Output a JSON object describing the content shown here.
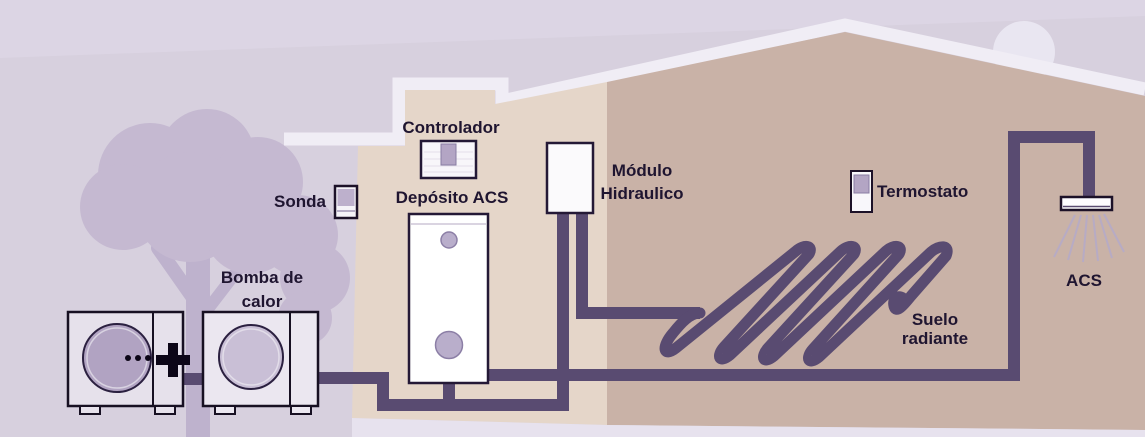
{
  "diagram": {
    "components": [
      {
        "id": "heat-pump",
        "label": "Bomba de calor"
      },
      {
        "id": "probe",
        "label": "Sonda"
      },
      {
        "id": "controller",
        "label": "Controlador"
      },
      {
        "id": "dhw-tank",
        "label": "Depósito ACS"
      },
      {
        "id": "hydraulic-module",
        "label": "Módulo Hidraulico"
      },
      {
        "id": "thermostat",
        "label": "Termostato"
      },
      {
        "id": "underfloor-heating",
        "label": "Suelo radiante"
      },
      {
        "id": "domestic-hot-water",
        "label": "ACS"
      }
    ]
  },
  "labels": {
    "controlador": "Controlador",
    "sonda": "Sonda",
    "deposito_acs": "Depósito ACS",
    "modulo_line1": "Módulo",
    "modulo_line2": "Hidraulico",
    "termostato": "Termostato",
    "bomba_line1": "Bomba de",
    "bomba_line2": "calor",
    "suelo_line1": "Suelo",
    "suelo_line2": "radiante",
    "acs": "ACS"
  },
  "colors": {
    "sky": "#d7d0de",
    "sun": "#e9e6f1",
    "tree": "#c5b9d1",
    "house_outline": "#f0edf5",
    "wall_light": "#e5d6c9",
    "wall_shaded": "#c9b2a7",
    "floor": "#e7e2ee",
    "pipe": "#594b71",
    "component_outline": "#1c1128",
    "accent_purple": "#b3a5c4",
    "text": "#1f1530"
  },
  "icons": {
    "sun": "sun-icon",
    "tree": "tree-icon",
    "shower": "shower-head-icon",
    "fan": "fan-icon",
    "plus": "plus-icon"
  }
}
